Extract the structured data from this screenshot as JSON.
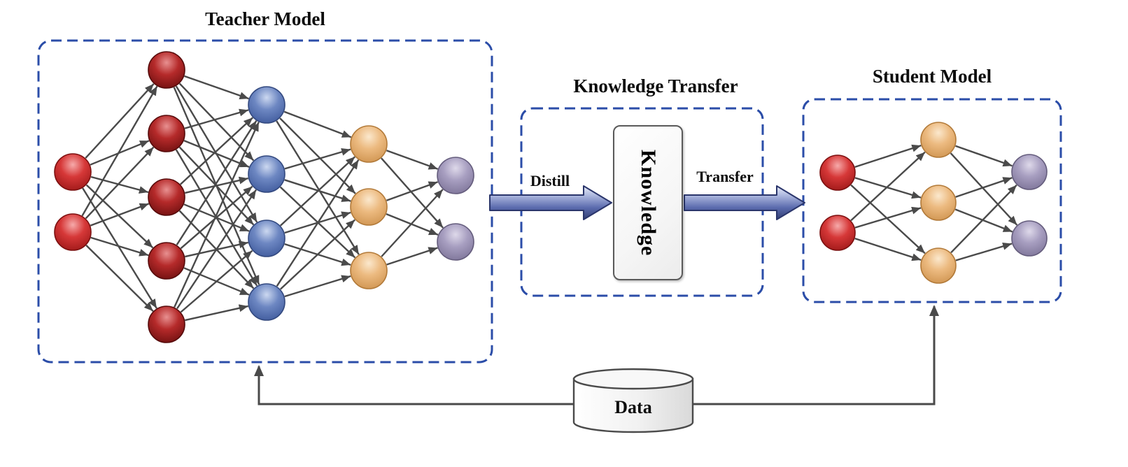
{
  "teacher": {
    "title": "Teacher Model",
    "layers": [
      {
        "name": "input-layer",
        "color": "red",
        "count": 2
      },
      {
        "name": "hidden-layer-1",
        "color": "darkred",
        "count": 5
      },
      {
        "name": "hidden-layer-2",
        "color": "blue",
        "count": 4
      },
      {
        "name": "hidden-layer-3",
        "color": "orange",
        "count": 3
      },
      {
        "name": "output-layer",
        "color": "purple",
        "count": 2
      }
    ]
  },
  "knowledge_transfer": {
    "title": "Knowledge Transfer",
    "box_label": "Knowledge",
    "distill_label": "Distill",
    "transfer_label": "Transfer"
  },
  "student": {
    "title": "Student Model",
    "layers": [
      {
        "name": "input-layer",
        "color": "red",
        "count": 2
      },
      {
        "name": "hidden-layer",
        "color": "orange",
        "count": 3
      },
      {
        "name": "output-layer",
        "color": "purple",
        "count": 2
      }
    ]
  },
  "data_store": {
    "label": "Data"
  },
  "colors": {
    "dashed_border": "#2b4da8",
    "edge": "#4a4a4a",
    "node_red": "#d63838",
    "node_darkred": "#b52a2a",
    "node_blue": "#6d87c2",
    "node_orange": "#ecba80",
    "node_purple": "#a79ebf",
    "block_arrow": "#5a6aad"
  }
}
